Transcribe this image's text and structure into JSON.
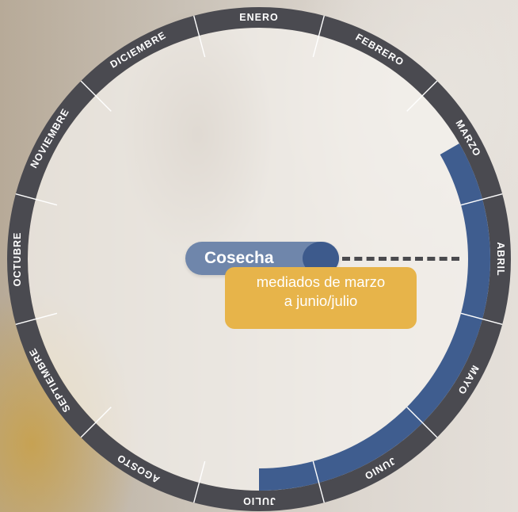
{
  "months": [
    "ENERO",
    "FEBRERO",
    "MARZO",
    "ABRIL",
    "MAYO",
    "JUNIO",
    "JULIO",
    "AGOSTO",
    "SEPTIEMBRE",
    "OCTUBRE",
    "NOVIEMBRE",
    "DICIEMBRE"
  ],
  "harvest": {
    "label": "Cosecha",
    "period": "mediados de marzo\na junio/julio",
    "start_month": 2.5,
    "end_month": 6.5
  },
  "colors": {
    "ring": "#4a4a50",
    "harvest_arc": "#3f5d8f",
    "pill": "#6f86ab",
    "knob": "#3d5a8c",
    "period_box": "#e7b44a",
    "dash": "#4a4a4e"
  }
}
